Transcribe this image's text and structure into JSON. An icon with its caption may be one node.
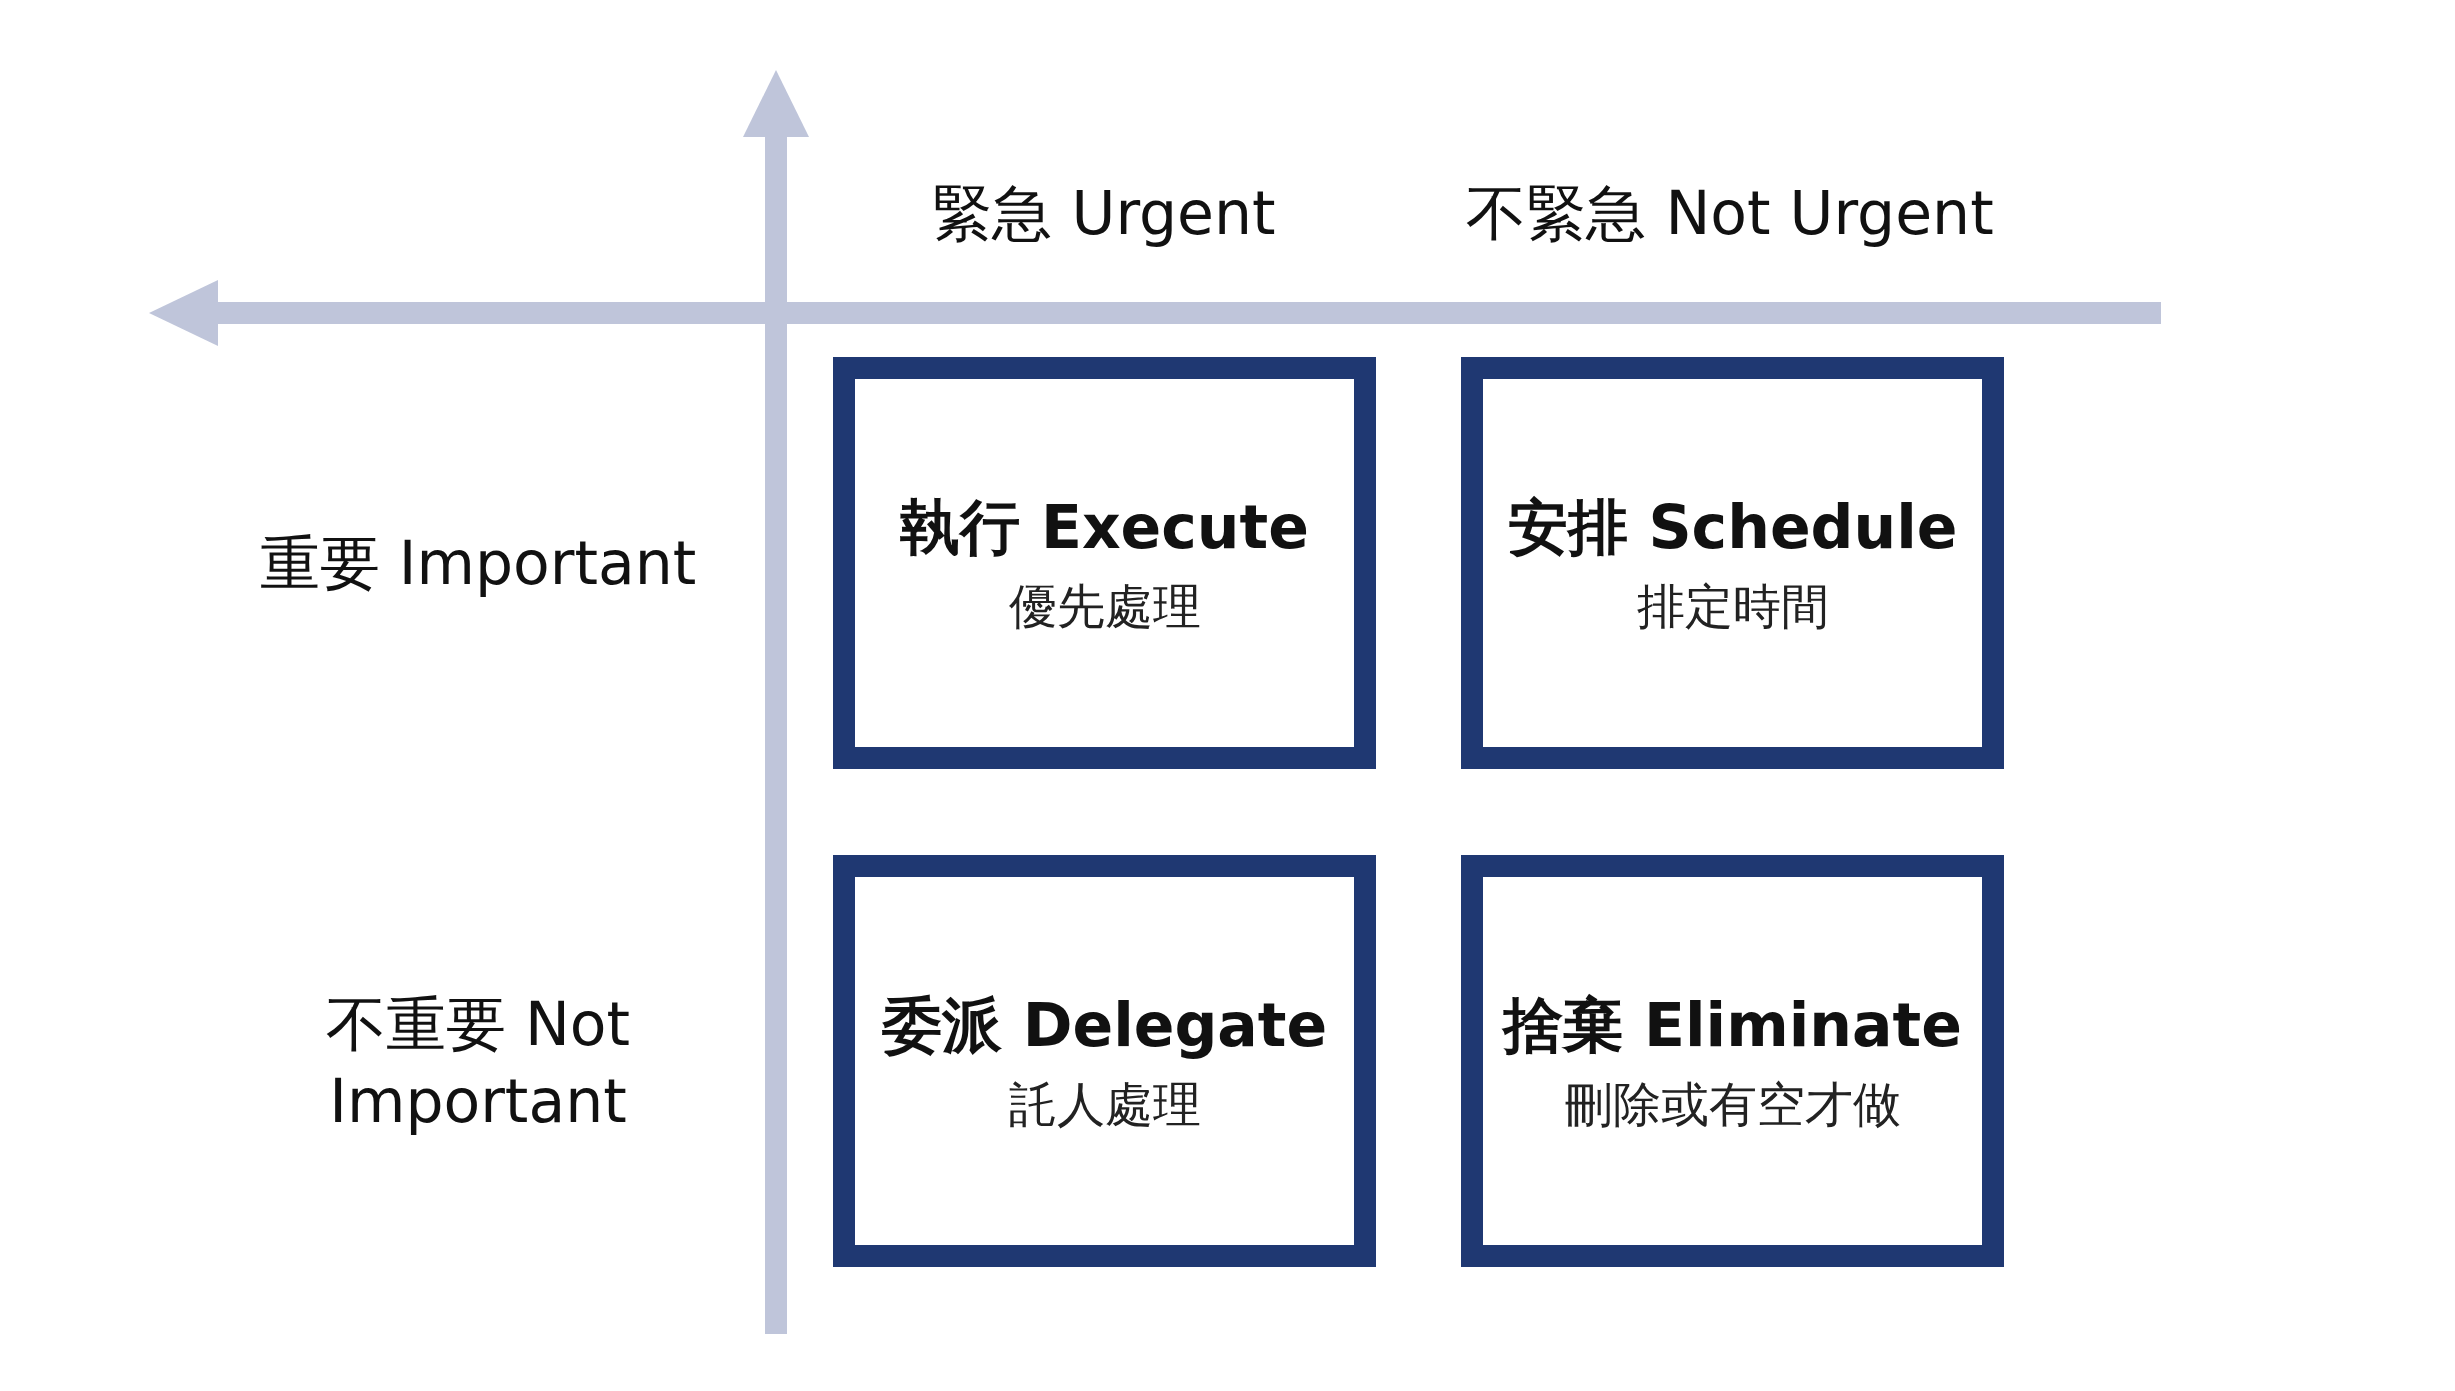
{
  "diagram": {
    "nodes": [
      {
        "text": [
          "執行 Execute",
          "優先處理"
        ]
      },
      {
        "text": [
          "安排 Schedule",
          "排定時間"
        ]
      },
      {
        "text": [
          "委派 Delegate",
          "託人處理"
        ]
      },
      {
        "text": [
          "捨棄 Eliminate",
          "刪除或有空才做"
        ]
      }
    ],
    "edges": [],
    "labels": [
      "緊急 Urgent",
      "不緊急 Not Urgent",
      "重要 Important",
      "不重要 Not Important"
    ]
  }
}
